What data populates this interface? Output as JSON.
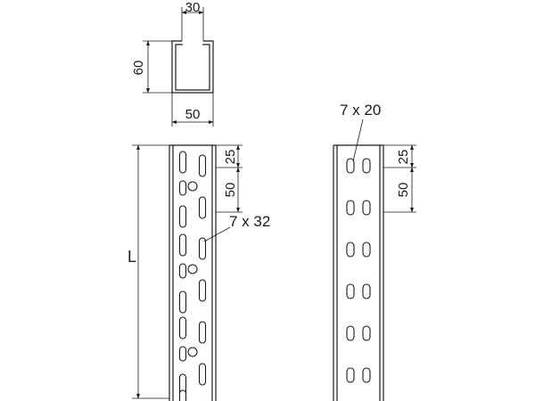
{
  "cross_section": {
    "dim_opening": "30",
    "dim_height": "60",
    "dim_width": "50"
  },
  "left_profile": {
    "dim_length": "L",
    "dim_first_pitch": "25",
    "dim_pitch": "50",
    "slot_label": "7 x 32"
  },
  "right_profile": {
    "slot_label": "7 x 20",
    "dim_first_pitch": "25",
    "dim_pitch": "50"
  }
}
